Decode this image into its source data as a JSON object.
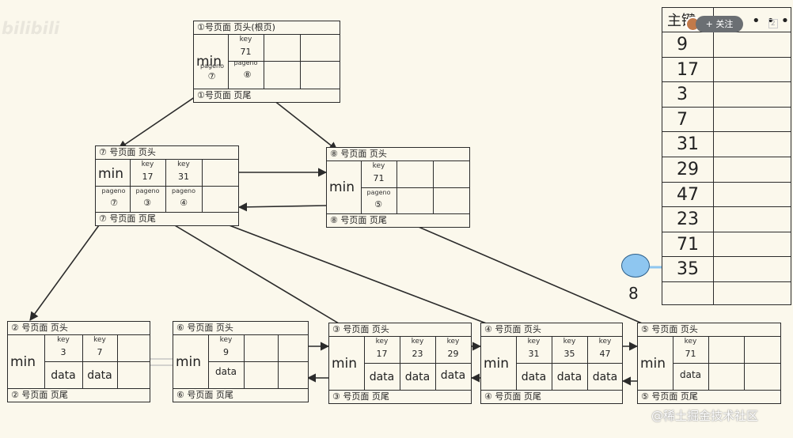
{
  "watermarks": {
    "site_logo": "bilibili",
    "corner_text": "@稀土掘金技术社区"
  },
  "overlay": {
    "follow_label": "+ 关注",
    "menu_dots": "• • •",
    "badge": "2"
  },
  "primary_key_table": {
    "header": "主键",
    "values": [
      "9",
      "17",
      "3",
      "7",
      "31",
      "29",
      "47",
      "23",
      "71",
      "35",
      ""
    ]
  },
  "insert_marker": {
    "label": "8"
  },
  "labels": {
    "min": "min",
    "key": "key",
    "pageno": "pageno",
    "data": "data"
  },
  "pages": {
    "root": {
      "header": "①号页面  页头(根页)",
      "footer": "①号页面  页尾",
      "keys": [
        "71"
      ],
      "pagenos": [
        "⑦",
        "⑧"
      ]
    },
    "p7": {
      "header": "⑦ 号页面  页头",
      "footer": "⑦ 号页面  页尾",
      "keys": [
        "17",
        "31"
      ],
      "pagenos": [
        "⑦",
        "③",
        "④"
      ]
    },
    "p8": {
      "header": "⑧ 号页面  页头",
      "footer": "⑧ 号页面  页尾",
      "keys": [
        "71"
      ],
      "pagenos": [
        "⑤"
      ]
    },
    "p2": {
      "header": "② 号页面  页头",
      "footer": "② 号页面  页尾",
      "keys": [
        "3",
        "7"
      ]
    },
    "p6": {
      "header": "⑥ 号页面  页头",
      "footer": "⑥ 号页面  页尾",
      "keys": [
        "9"
      ]
    },
    "p3": {
      "header": "③ 号页面  页头",
      "footer": "③ 号页面  页尾",
      "keys": [
        "17",
        "23",
        "29"
      ]
    },
    "p4": {
      "header": "④ 号页面  页头",
      "footer": "④ 号页面  页尾",
      "keys": [
        "31",
        "35",
        "47"
      ]
    },
    "p5": {
      "header": "⑤ 号页面  页头",
      "footer": "⑤ 号页面  页尾",
      "keys": [
        "71"
      ]
    }
  }
}
